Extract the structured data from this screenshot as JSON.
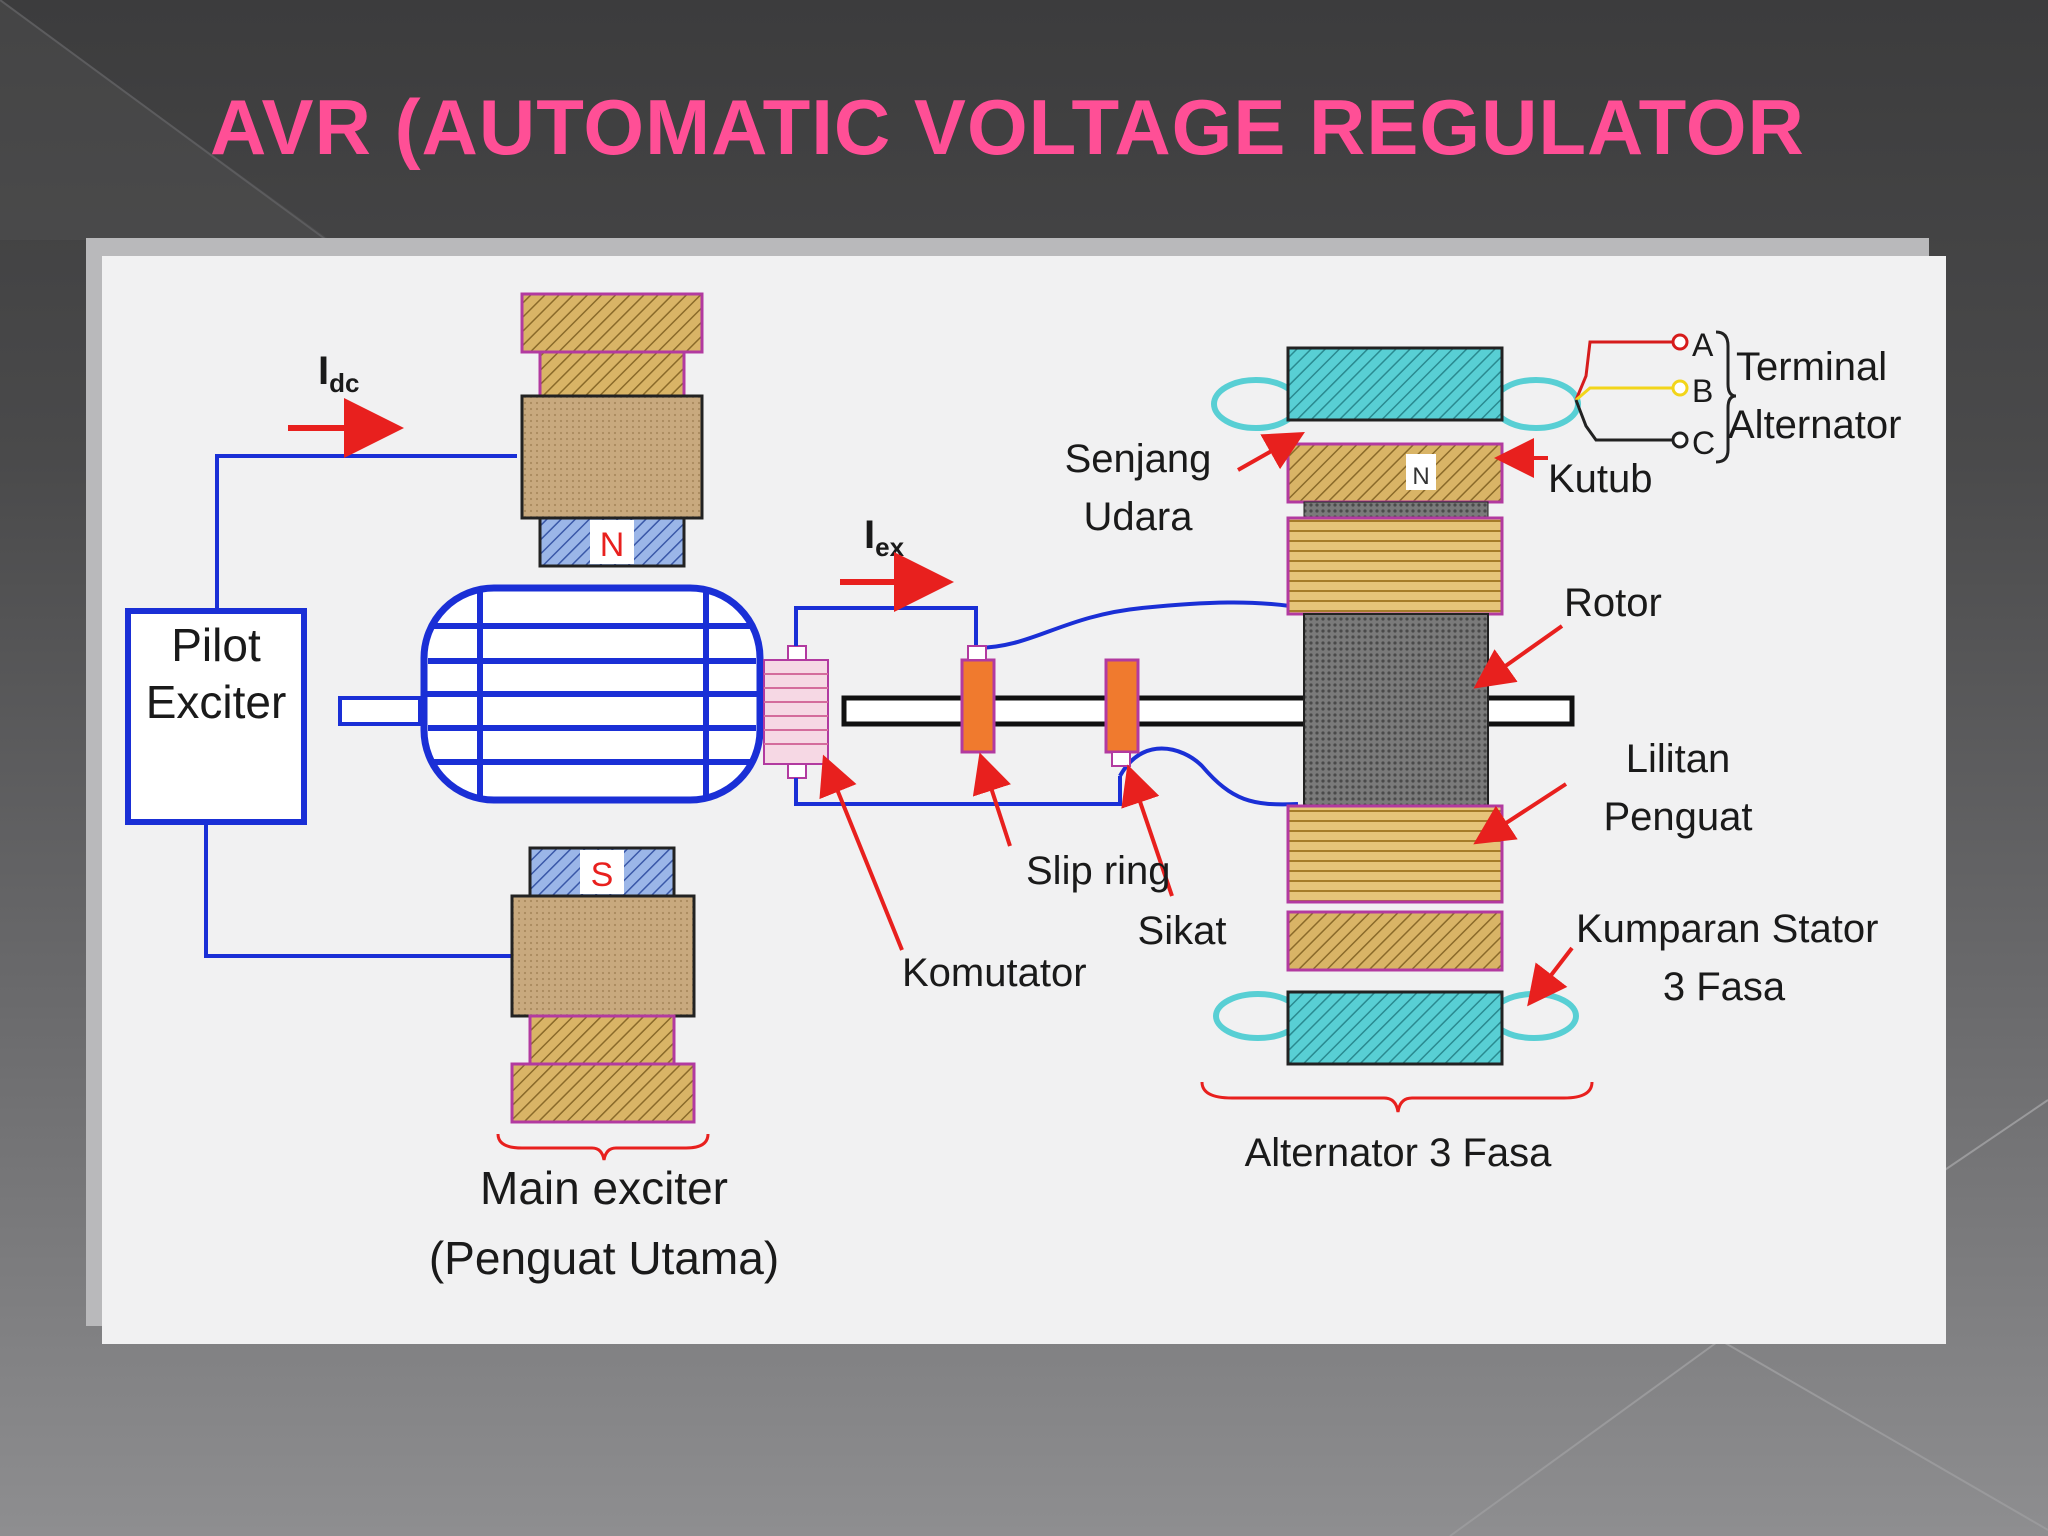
{
  "slide": {
    "title": "AVR (AUTOMATIC VOLTAGE REGULATOR"
  },
  "diagram": {
    "pilot_exciter": [
      "Pilot",
      "Exciter"
    ],
    "idc": {
      "main": "I",
      "sub": "dc"
    },
    "iex": {
      "main": "I",
      "sub": "ex"
    },
    "poles": {
      "north": "N",
      "south": "S",
      "alt_north": "N"
    },
    "terminals": [
      "A",
      "B",
      "C"
    ],
    "labels": {
      "terminal_line1": "Terminal",
      "terminal_line2": "Alternator",
      "senjang_line1": "Senjang",
      "senjang_line2": "Udara",
      "kutub": "Kutub",
      "rotor": "Rotor",
      "lilitan_line1": "Lilitan",
      "lilitan_line2": "Penguat",
      "kumparan_line1": "Kumparan Stator",
      "kumparan_line2": "3 Fasa",
      "alternator": "Alternator 3 Fasa",
      "slip_ring": "Slip ring",
      "sikat": "Sikat",
      "komutator": "Komutator",
      "main_exciter_line1": "Main exciter",
      "main_exciter_line2": "(Penguat Utama)"
    },
    "colors": {
      "title": "#ff4f96",
      "wire": "#1a2fd6",
      "arrow": "#e8201e",
      "winding": "#d9b466",
      "core": "#c8a97e",
      "stator": "#58cfd4",
      "slip_ring": "#f07a2e",
      "terminal_a": "#d61c1c",
      "terminal_b": "#f2d51a",
      "terminal_c": "#222222"
    }
  }
}
